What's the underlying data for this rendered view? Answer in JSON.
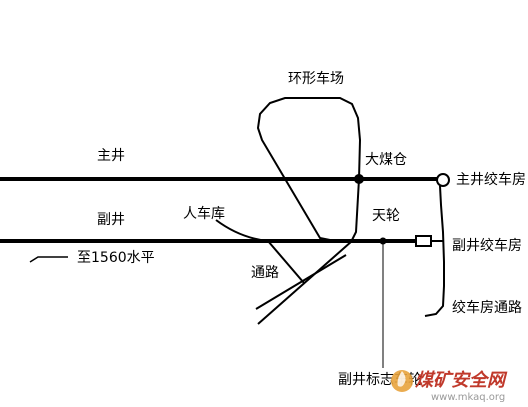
{
  "labels": {
    "ring_yard": "环形车场",
    "main_shaft": "主井",
    "big_coal_bin": "大煤仓",
    "main_hoist_house": "主井绞车房",
    "aux_shaft": "副井",
    "man_car_garage": "人车库",
    "sheave": "天轮",
    "aux_hoist_house": "副井绞车房",
    "to_level": "至1560水平",
    "passage": "通路",
    "hoist_house_passage": "绞车房通路",
    "aux_shaft_marker": "副井标志车轮"
  },
  "watermark": {
    "brand": "煤矿安全网",
    "url": "www.mkaq.org",
    "color": "#c0392b",
    "url_color": "#999999",
    "logo_color": "#e8a33d"
  },
  "colors": {
    "line": "#000000",
    "background": "#ffffff"
  }
}
